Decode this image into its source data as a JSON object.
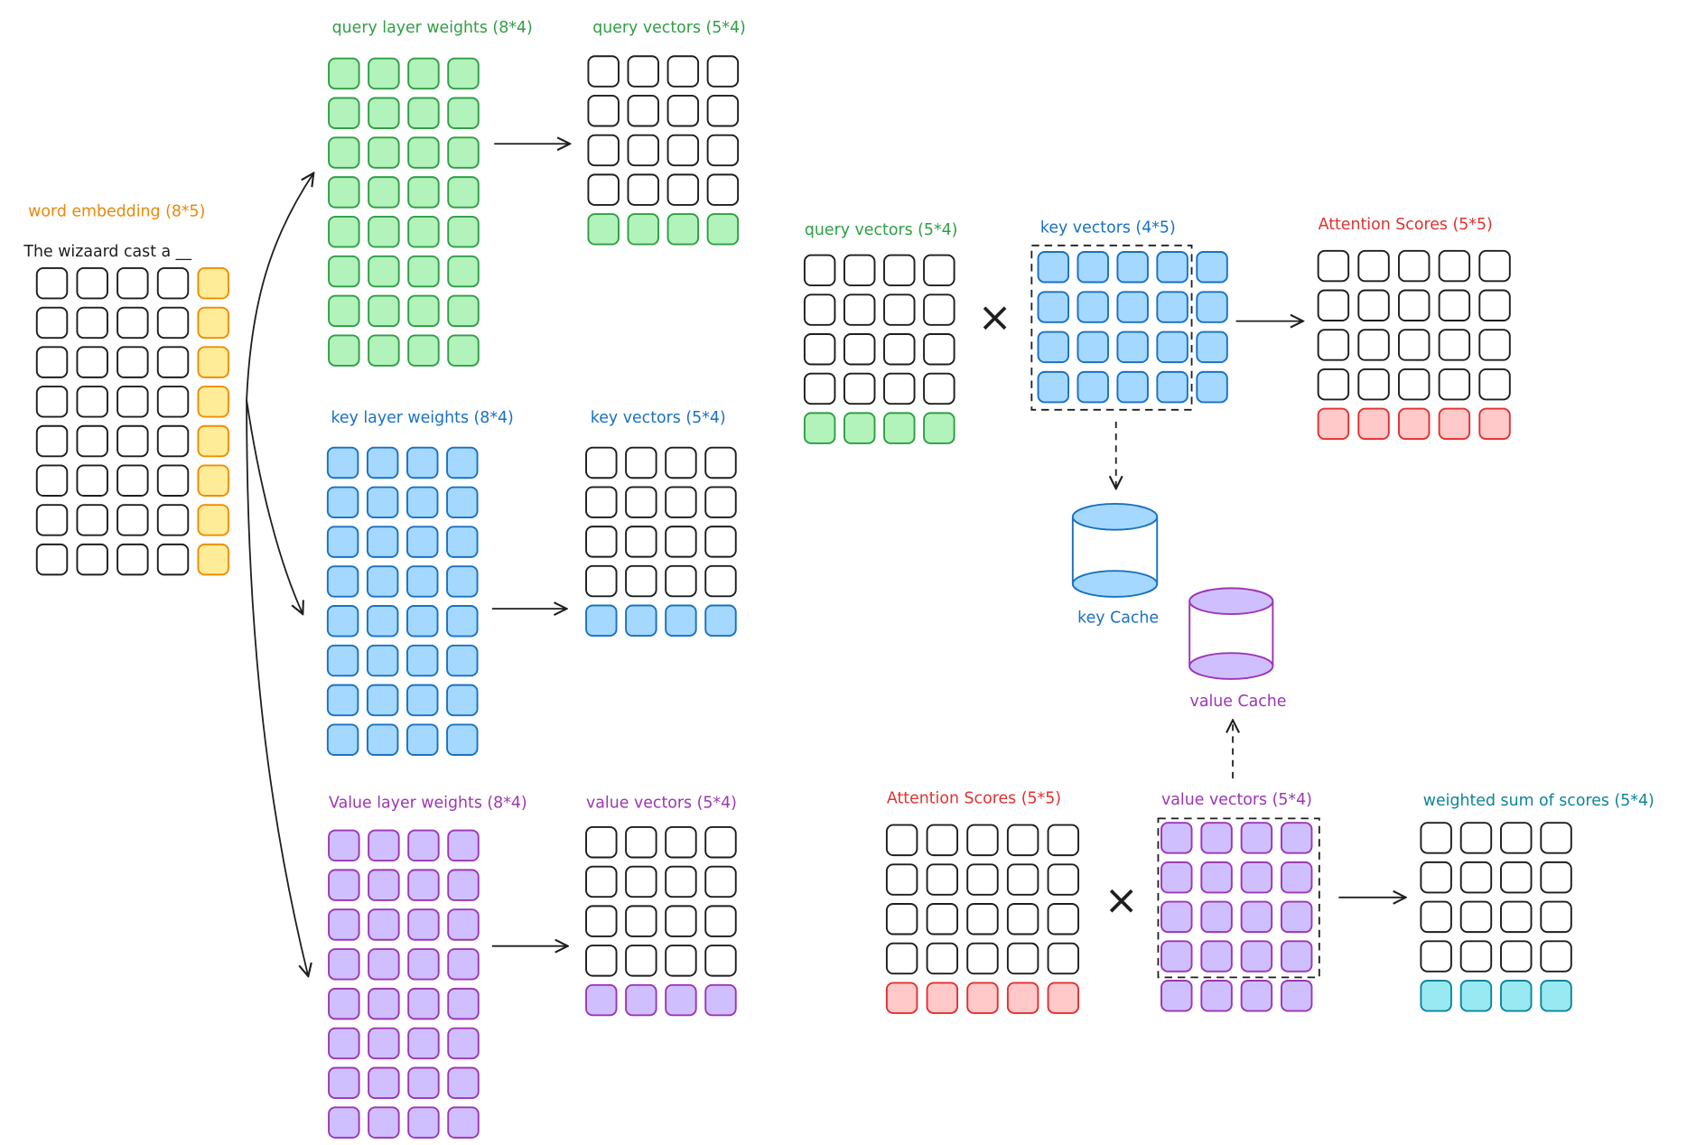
{
  "colors": {
    "ink": "#1e1e1e",
    "orange": "#e8890c",
    "orange_fill": "#ffec99",
    "orange_stroke": "#f08c00",
    "green": "#2f9e44",
    "green_fill": "#b2f2bb",
    "blue": "#1971c2",
    "blue_fill": "#a5d8ff",
    "purple": "#9c36b5",
    "purple_fill": "#d0bfff",
    "red": "#e03131",
    "red_fill": "#ffc9c9",
    "teal": "#0c8599",
    "teal_fill": "#99e9f2"
  },
  "labels": {
    "word_embedding": "word embedding (8*5)",
    "sentence": "The wizaard cast a __",
    "query_weights": "query layer weights (8*4)",
    "query_vectors": "query vectors (5*4)",
    "key_weights": "key layer weights (8*4)",
    "key_vectors": "key vectors (5*4)",
    "value_weights": "Value layer weights (8*4)",
    "value_vectors": "value vectors (5*4)",
    "query_vectors_2": "query vectors (5*4)",
    "key_vectors_t": "key vectors (4*5)",
    "attention_scores_1": "Attention Scores (5*5)",
    "key_cache": "key Cache",
    "value_cache": "value Cache",
    "attention_scores_2": "Attention Scores (5*5)",
    "value_vectors_2": "value vectors (5*4)",
    "weighted_sum": "weighted sum of scores (5*4)",
    "multiply_symbol": "×"
  },
  "grids": [
    {
      "id": "word-embedding",
      "rows": 8,
      "cols": 5,
      "highlight": "col",
      "index": 4,
      "fill": "orange_fill",
      "stroke": "orange_stroke"
    },
    {
      "id": "query-weights",
      "rows": 8,
      "cols": 4,
      "highlight": "all",
      "fill": "green_fill",
      "stroke": "green"
    },
    {
      "id": "query-vectors",
      "rows": 5,
      "cols": 4,
      "highlight": "row",
      "index": 4,
      "fill": "green_fill",
      "stroke": "green"
    },
    {
      "id": "key-weights",
      "rows": 8,
      "cols": 4,
      "highlight": "all",
      "fill": "blue_fill",
      "stroke": "blue"
    },
    {
      "id": "key-vectors",
      "rows": 5,
      "cols": 4,
      "highlight": "row",
      "index": 4,
      "fill": "blue_fill",
      "stroke": "blue"
    },
    {
      "id": "value-weights",
      "rows": 8,
      "cols": 4,
      "highlight": "all",
      "fill": "purple_fill",
      "stroke": "purple"
    },
    {
      "id": "value-vectors",
      "rows": 5,
      "cols": 4,
      "highlight": "row",
      "index": 4,
      "fill": "purple_fill",
      "stroke": "purple"
    },
    {
      "id": "query-vectors-2",
      "rows": 5,
      "cols": 4,
      "highlight": "row",
      "index": 4,
      "fill": "green_fill",
      "stroke": "green"
    },
    {
      "id": "key-vectors-t",
      "rows": 4,
      "cols": 5,
      "highlight": "all",
      "fill": "blue_fill",
      "stroke": "blue"
    },
    {
      "id": "attention-scores-1",
      "rows": 5,
      "cols": 5,
      "highlight": "row",
      "index": 4,
      "fill": "red_fill",
      "stroke": "red"
    },
    {
      "id": "attention-scores-2",
      "rows": 5,
      "cols": 5,
      "highlight": "row",
      "index": 4,
      "fill": "red_fill",
      "stroke": "red"
    },
    {
      "id": "value-vectors-2",
      "rows": 5,
      "cols": 4,
      "highlight": "all",
      "fill": "purple_fill",
      "stroke": "purple"
    },
    {
      "id": "weighted-sum",
      "rows": 5,
      "cols": 4,
      "highlight": "row",
      "index": 4,
      "fill": "teal_fill",
      "stroke": "teal"
    }
  ]
}
